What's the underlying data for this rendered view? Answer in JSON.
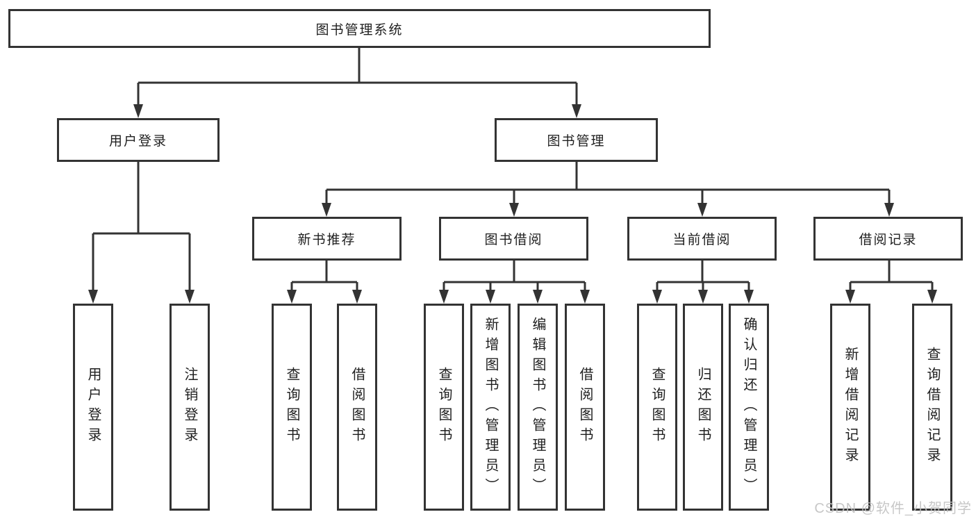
{
  "diagram": {
    "root": {
      "label": "图书管理系统"
    },
    "level2": [
      {
        "label": "用户登录"
      },
      {
        "label": "图书管理"
      }
    ],
    "level3": [
      {
        "label": "新书推荐"
      },
      {
        "label": "图书借阅"
      },
      {
        "label": "当前借阅"
      },
      {
        "label": "借阅记录"
      }
    ],
    "leaves": {
      "user": [
        "用户登录",
        "注销登录"
      ],
      "recommend": [
        "查询图书",
        "借阅图书"
      ],
      "borrow": [
        "查询图书",
        "新增图书（管理员）",
        "编辑图书（管理员）",
        "借阅图书"
      ],
      "current": [
        "查询图书",
        "归还图书",
        "确认归还（管理员）"
      ],
      "records": [
        "新增借阅记录",
        "查询借阅记录"
      ]
    }
  },
  "watermark": {
    "text": "CSDN @软件_小贺同学"
  },
  "colors": {
    "line": "#333333",
    "text": "#1f1f1f",
    "watermark": "#c2c2c2",
    "background": "#ffffff"
  }
}
